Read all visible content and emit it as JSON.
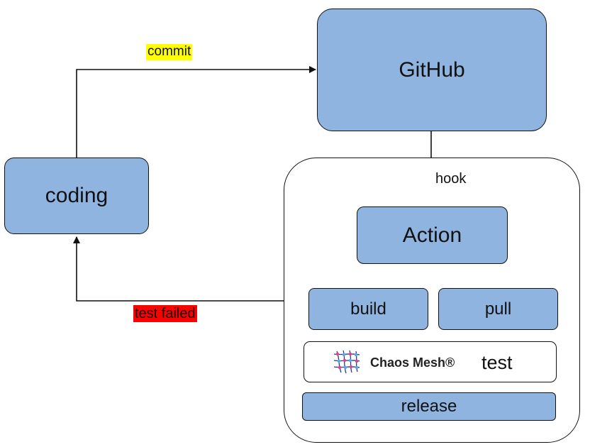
{
  "nodes": {
    "github": "GitHub",
    "coding": "coding",
    "action": "Action",
    "build": "build",
    "pull": "pull",
    "test": "test",
    "release": "release"
  },
  "edges": {
    "commit": "commit",
    "hook": "hook",
    "test_failed": "test failed"
  },
  "logo": {
    "text": "Chaos Mesh®",
    "icon": "chaos-mesh-logo-icon"
  },
  "colors": {
    "box_fill": "#8fb4e0",
    "commit_highlight": "#ffff00",
    "failed_highlight": "#ff0000"
  }
}
